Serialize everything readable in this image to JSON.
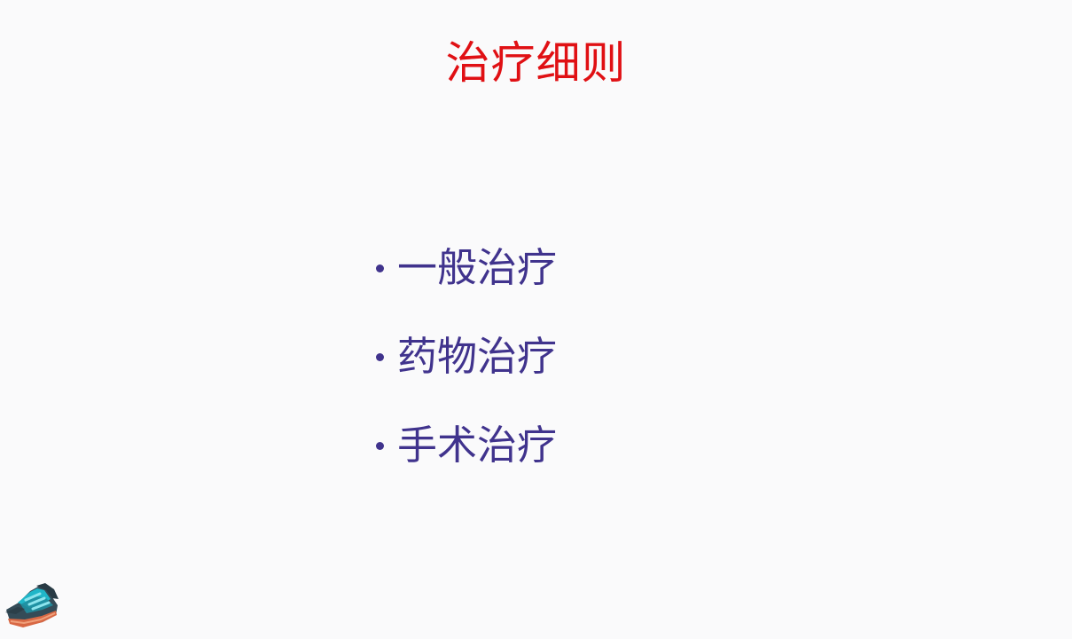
{
  "slide": {
    "title": "治疗细则",
    "bullets": [
      {
        "label": "一般治疗"
      },
      {
        "label": "药物治疗"
      },
      {
        "label": "手术治疗"
      }
    ],
    "decoration": {
      "icon": "sneaker-icon"
    }
  },
  "colors": {
    "title": "#e01014",
    "bullet_text": "#40338d",
    "background": "#fafafb",
    "sneaker_dark": "#344b57",
    "sneaker_accent": "#20b6c8",
    "sneaker_sole": "#d86844"
  }
}
